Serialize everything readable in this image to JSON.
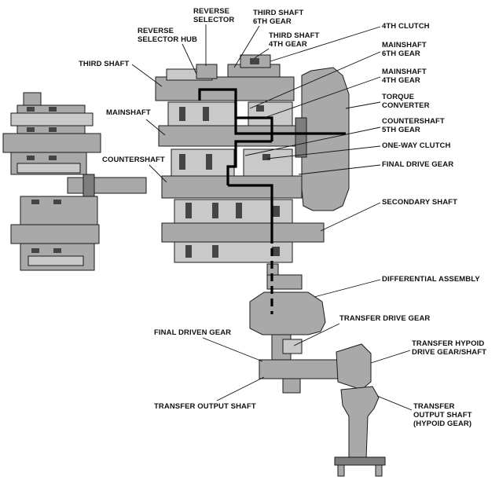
{
  "labels": {
    "reverse_selector": [
      "REVERSE",
      "SELECTOR"
    ],
    "third_shaft_6th_gear": [
      "THIRD SHAFT",
      "6TH GEAR"
    ],
    "reverse_selector_hub": [
      "REVERSE",
      "SELECTOR HUB"
    ],
    "third_shaft_4th_gear": [
      "THIRD SHAFT",
      "4TH GEAR"
    ],
    "fourth_clutch": [
      "4TH CLUTCH"
    ],
    "third_shaft": [
      "THIRD SHAFT"
    ],
    "mainshaft_6th_gear": [
      "MAINSHAFT",
      "6TH GEAR"
    ],
    "mainshaft_4th_gear": [
      "MAINSHAFT",
      "4TH GEAR"
    ],
    "torque_converter": [
      "TORQUE",
      "CONVERTER"
    ],
    "mainshaft": [
      "MAINSHAFT"
    ],
    "countershaft_5th_gear": [
      "COUNTERSHAFT",
      "5TH GEAR"
    ],
    "one_way_clutch": [
      "ONE-WAY CLUTCH"
    ],
    "countershaft": [
      "COUNTERSHAFT"
    ],
    "final_drive_gear": [
      "FINAL DRIVE GEAR"
    ],
    "secondary_shaft": [
      "SECONDARY SHAFT"
    ],
    "differential_assembly": [
      "DIFFERENTIAL ASSEMBLY"
    ],
    "transfer_drive_gear": [
      "TRANSFER DRIVE GEAR"
    ],
    "final_driven_gear": [
      "FINAL DRIVEN GEAR"
    ],
    "transfer_hypoid_drive_gear_shaft": [
      "TRANSFER HYPOID",
      "DRIVE GEAR/SHAFT"
    ],
    "transfer_output_shaft": [
      "TRANSFER OUTPUT SHAFT"
    ],
    "transfer_output_shaft_hypoid": [
      "TRANSFER",
      "OUTPUT SHAFT",
      "(HYPOID GEAR)"
    ]
  }
}
